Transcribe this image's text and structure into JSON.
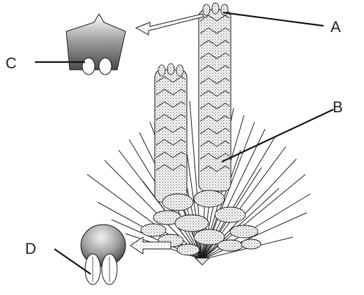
{
  "diagram": {
    "labels": {
      "a": "A",
      "b": "B",
      "c": "C",
      "d": "D"
    },
    "colors": {
      "ink": "#111111",
      "stipple": "#8a8a8a",
      "stipple_light": "#c9c9c9",
      "background": "#ffffff"
    }
  }
}
